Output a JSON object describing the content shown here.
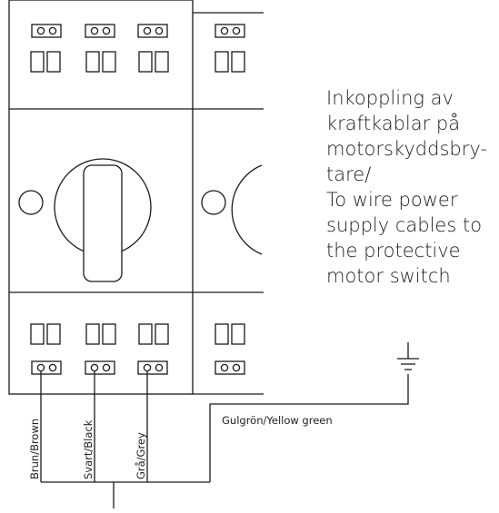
{
  "description_text": {
    "lines": [
      "Inkoppling av",
      "kraftkablar på",
      "motorskyddsbry-",
      "tare/",
      "To wire power",
      "supply cables to",
      "the protective",
      "motor switch"
    ]
  },
  "wire_labels": {
    "brown": "Brun/Brown",
    "black": "Svart/Black",
    "grey": "Grå/Grey",
    "ground": "Gulgrön/Yellow green"
  },
  "icons": {
    "ground": "ground-symbol-icon",
    "knob": "rotary-switch-knob-icon",
    "indicator": "indicator-circle-icon"
  },
  "colors": {
    "line": "#1a1a1a",
    "background": "#ffffff"
  }
}
